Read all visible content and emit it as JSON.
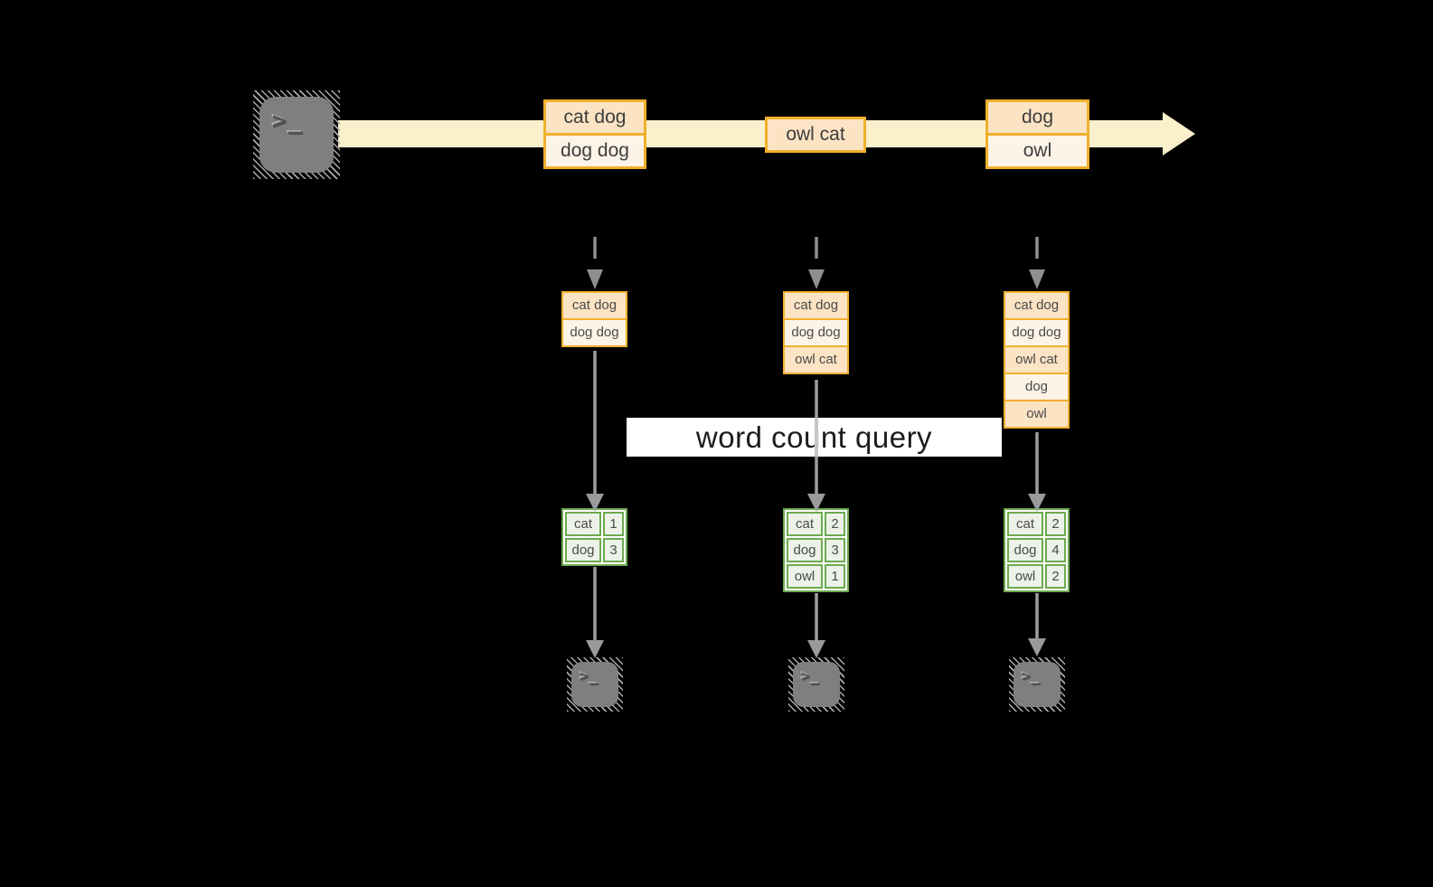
{
  "colors": {
    "background": "#000000",
    "stream_band": "#FAF0CB",
    "record_border": "#F0B02C",
    "record_fill_peach": "#FBE3C4",
    "record_fill_cream": "#FDF3E6",
    "table_border": "#6CAA4E",
    "table_cell_fill": "#EDF2E8",
    "arrow_gray": "#9E9E9E",
    "terminal_gray": "#7F7F7F",
    "banner_bg": "#FFFFFF"
  },
  "icons": {
    "prompt_glyph": ">_"
  },
  "banner": {
    "label": "word count query"
  },
  "stream": {
    "events": [
      {
        "lines": [
          "cat dog",
          "dog dog"
        ]
      },
      {
        "lines": [
          "owl cat"
        ]
      },
      {
        "lines": [
          "dog",
          "owl"
        ]
      }
    ]
  },
  "snapshots": [
    {
      "state": [
        "cat dog",
        "dog dog"
      ],
      "counts": [
        {
          "word": "cat",
          "count": "1"
        },
        {
          "word": "dog",
          "count": "3"
        }
      ]
    },
    {
      "state": [
        "cat dog",
        "dog dog",
        "owl cat"
      ],
      "counts": [
        {
          "word": "cat",
          "count": "2"
        },
        {
          "word": "dog",
          "count": "3"
        },
        {
          "word": "owl",
          "count": "1"
        }
      ]
    },
    {
      "state": [
        "cat dog",
        "dog dog",
        "owl cat",
        "dog",
        "owl"
      ],
      "counts": [
        {
          "word": "cat",
          "count": "2"
        },
        {
          "word": "dog",
          "count": "4"
        },
        {
          "word": "owl",
          "count": "2"
        }
      ]
    }
  ]
}
